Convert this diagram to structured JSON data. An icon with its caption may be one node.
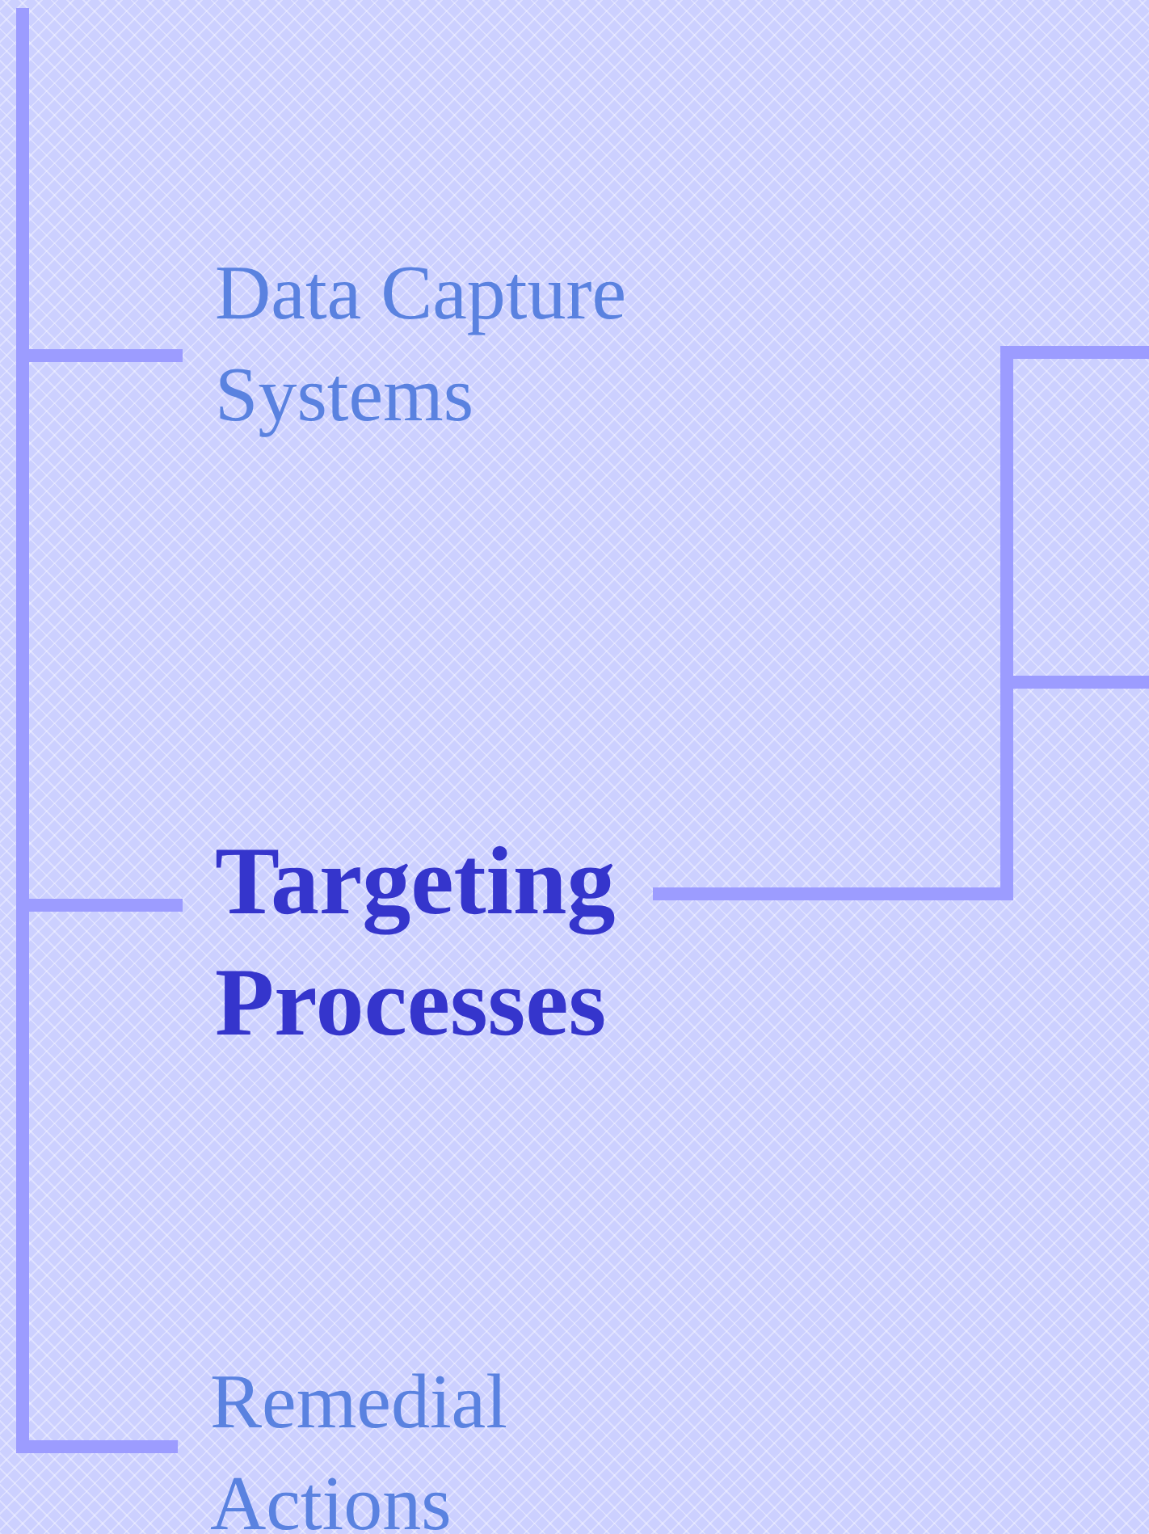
{
  "diagram": {
    "nodes": [
      {
        "text": [
          "Data Capture Systems"
        ]
      },
      {
        "text": [
          "Targeting Processes"
        ]
      },
      {
        "text": [
          "Remedial Actions"
        ]
      }
    ],
    "edges": [
      {
        "from": null,
        "to": 0,
        "arrow": "none"
      },
      {
        "from": null,
        "to": 1,
        "arrow": "none"
      },
      {
        "from": null,
        "to": 2,
        "arrow": "none"
      },
      {
        "from": 1,
        "to": null,
        "arrow": "none"
      },
      {
        "from": 1,
        "to": null,
        "arrow": "none"
      }
    ]
  }
}
